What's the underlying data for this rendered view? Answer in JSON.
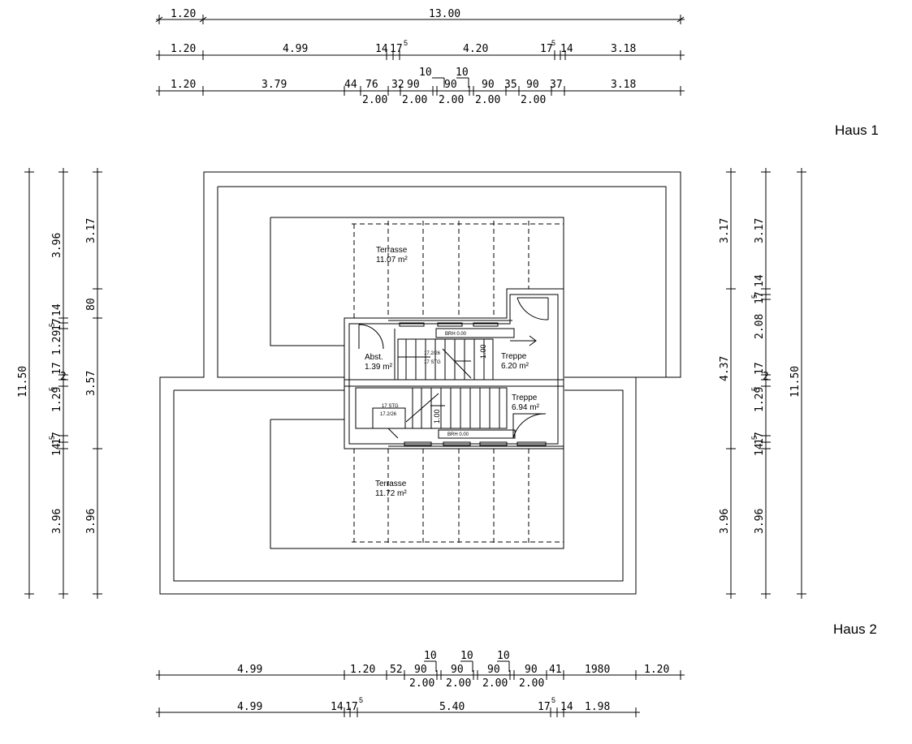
{
  "labels": {
    "haus1": "Haus 1",
    "haus2": "Haus 2"
  },
  "rooms": {
    "terrace_top_name": "Terrasse",
    "terrace_top_area": "11.07 m²",
    "terrace_bottom_name": "Terrasse",
    "terrace_bottom_area": "11.72 m²",
    "abst_name": "Abst.",
    "abst_area": "1.39 m²",
    "treppe1_name": "Treppe",
    "treppe1_area": "6.20 m²",
    "treppe2_name": "Treppe",
    "treppe2_area": "6.94 m²",
    "brh_top": "BRH 0.00",
    "brh_bottom": "BRH 0.00",
    "stair_top_rise": "17.2/26",
    "stair_top_count": "17 STG",
    "stair_bottom_count": "17 STG",
    "stair_bottom_rise": "17.2/26",
    "stair_width_top": "1.00",
    "stair_width_bottom": "1.00"
  },
  "top_dims": {
    "row1": [
      "1.20",
      "13.00"
    ],
    "row2": [
      "1.20",
      "4.99",
      "14",
      "17",
      "5",
      "4.20",
      "17",
      "5",
      "14",
      "3.18"
    ],
    "row3": [
      "1.20",
      "3.79",
      "44",
      "76",
      "32",
      "90",
      "90",
      "90",
      "35",
      "90",
      "37",
      "3.18"
    ],
    "row3_sup": [
      "10",
      "10"
    ],
    "row3_under": [
      "2.00",
      "2.00",
      "2.00",
      "2.00",
      "2.00"
    ]
  },
  "bottom_dims": {
    "row1": [
      "4.99",
      "1.20",
      "52",
      "90",
      "90",
      "90",
      "90",
      "41",
      "1980",
      "1.20"
    ],
    "row1_sup": [
      "10",
      "10",
      "10"
    ],
    "row1_under": [
      "2.00",
      "2.00",
      "2.00",
      "2.00"
    ],
    "row2": [
      "4.99",
      "14",
      "17",
      "5",
      "5.40",
      "17",
      "5",
      "14",
      "1.98"
    ]
  },
  "left_dims": {
    "outer": [
      "11.50"
    ],
    "mid": [
      "3.96",
      "14",
      "17",
      "5",
      "1.29",
      "2",
      "17",
      "5",
      "1.29",
      "14",
      "17",
      "5",
      "3.96"
    ],
    "inner": [
      "3.17",
      "80",
      "3.57",
      "3.96"
    ]
  },
  "right_dims": {
    "outer": [
      "11.50"
    ],
    "mid": [
      "3.17",
      "14",
      "17",
      "5",
      "2.08",
      "2",
      "17",
      "5",
      "1.29",
      "14",
      "17",
      "5",
      "3.96"
    ],
    "inner": [
      "3.17",
      "4.37",
      "3.96"
    ]
  }
}
